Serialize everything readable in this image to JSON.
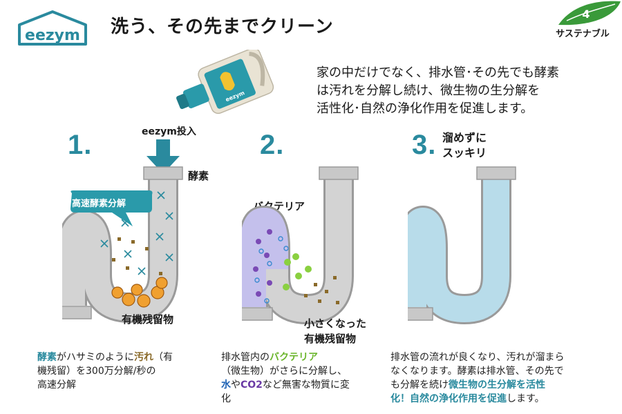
{
  "header": {
    "logo_text": "eezym",
    "title": "洗う、その先までクリーン",
    "badge_number": "4",
    "badge_label": "サステナブル"
  },
  "intro": {
    "lines": [
      "家の中だけでなく、排水管･その先でも酵素",
      "は汚れを分解し続け、微生物の生分解を",
      "活性化･自然の浄化作用を促進します。"
    ]
  },
  "steps": [
    {
      "number": "1.",
      "input_label": "eezym投入",
      "enzyme_label": "酵素",
      "bubble_label": "高速酵素分解",
      "residue_label": "有機残留物",
      "caption": {
        "line1": {
          "a": "酵素",
          "b": "がハサミのように",
          "c": "汚れ",
          "d": "（有"
        },
        "line2": "機残留）を300万分解/秒の",
        "line3": "高速分解"
      }
    },
    {
      "number": "2.",
      "bacteria_label": "バクテリア",
      "residue_label_line1": "小さくなった",
      "residue_label_line2": "有機残留物",
      "caption": {
        "line1": {
          "a": "排水管内の",
          "b": "バクテリア"
        },
        "line2": "（微生物）がさらに分解し、",
        "line3": {
          "a": "水",
          "b": "や",
          "c": "CO2",
          "d": "など無害な物質に変"
        },
        "line4": "化"
      }
    },
    {
      "number": "3.",
      "heading_line1": "溜めずに",
      "heading_line2": "スッキリ",
      "caption": {
        "line1": "排水管の流れが良くなり、汚れが溜まら",
        "line2": "なくなります。酵素は排水管、その先で",
        "line3": {
          "a": "も分解を続け",
          "b": "微生物の生分解を活性"
        },
        "line4": {
          "a": "化！自然の浄化作用を促進",
          "b": "します。"
        }
      }
    }
  ],
  "icons": [
    "house-logo-icon",
    "leaf-badge-icon",
    "detergent-bottle-icon",
    "down-arrow-icon",
    "scissors-icon",
    "co2-molecule-icon",
    "bacteria-icon"
  ]
}
